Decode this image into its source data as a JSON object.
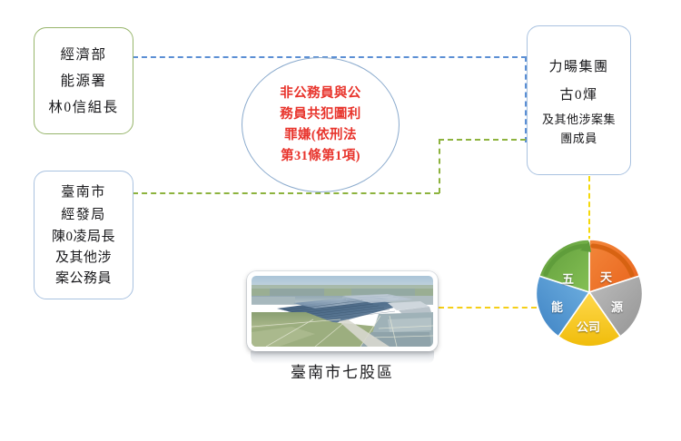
{
  "diagram": {
    "title": "",
    "actors": {
      "energy_bureau": {
        "lines": [
          "經濟部",
          "能源署",
          "林0信組長"
        ],
        "border_color": "#97b56b"
      },
      "tainan_city": {
        "lines": [
          "臺南市",
          "經發局"
        ],
        "lines_small": [
          "陳0凌局長",
          "及其他涉",
          "案公務員"
        ],
        "border_color": "#a9c2e0"
      },
      "group_company": {
        "lines": [
          "力暘集團",
          "古0煇"
        ],
        "lines_small": [
          "及其他涉案集",
          "團成員"
        ],
        "border_color": "#a9c2e0"
      }
    },
    "charge_bubble": {
      "lines": [
        "非公務員與公",
        "務員共犯圖利",
        "罪嫌(依刑法",
        "第31條第1項)"
      ],
      "text_color": "#e8342c",
      "border_color": "#8aaacd"
    },
    "connectors": [
      {
        "name": "blue-dashed",
        "color": "#5b8fd4",
        "from": "經濟部能源署",
        "to": "力暘集團"
      },
      {
        "name": "green-dashed",
        "color": "#8db33e",
        "from": "臺南市經發局",
        "to": "力暘集團"
      },
      {
        "name": "yellow-dashed-vertical",
        "color": "#f5d90a",
        "from": "力暘集團",
        "to": "五天源能公司"
      },
      {
        "name": "yellow-dashed-horizontal",
        "color": "#f5cf17",
        "from": "臺南市七股區",
        "to": "五天源能公司"
      }
    ],
    "photo": {
      "caption": "臺南市七股區",
      "alt": "aerial view of solar panel farm over fish ponds"
    },
    "wheel": {
      "segments": [
        {
          "label": "天",
          "color": "#ef7125"
        },
        {
          "label": "源",
          "color": "#a6a6a6"
        },
        {
          "label": "公司",
          "color": "#f5c518"
        },
        {
          "label": "能",
          "color": "#5b9bd5"
        },
        {
          "label": "五",
          "color": "#70ad47"
        }
      ]
    }
  }
}
